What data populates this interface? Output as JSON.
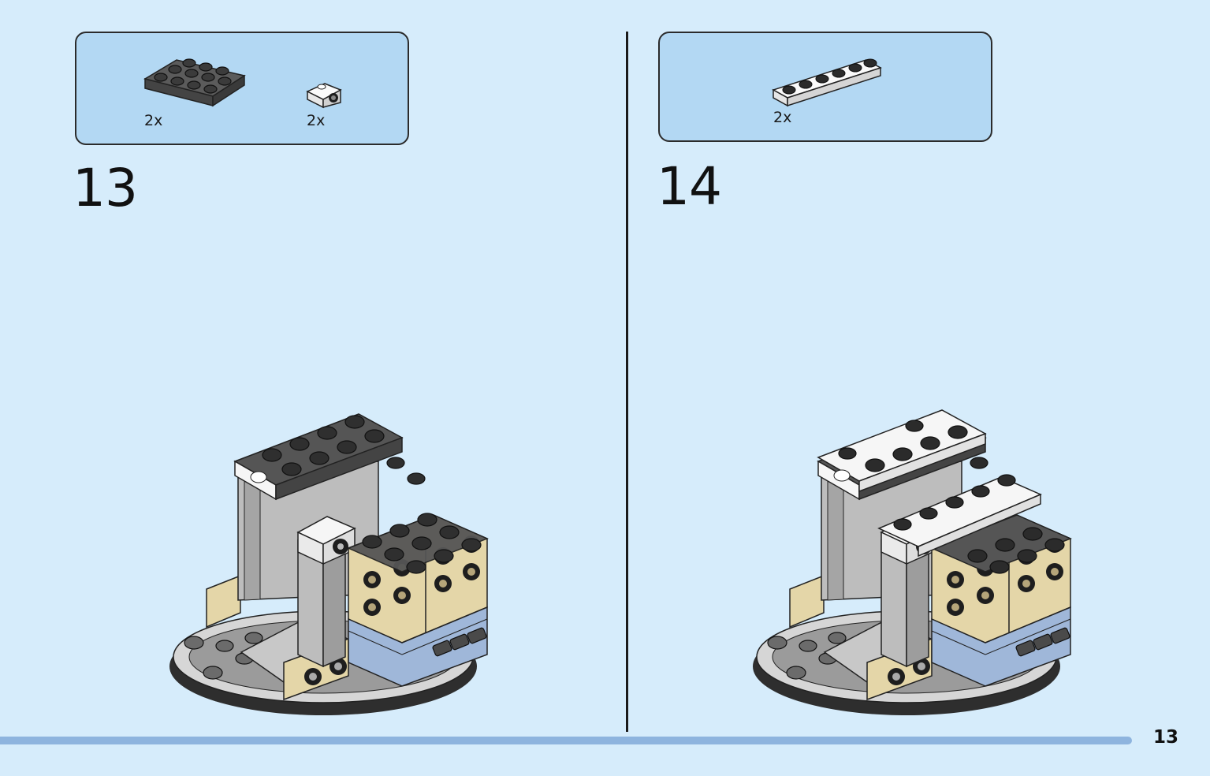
{
  "steps": [
    {
      "number": "13",
      "parts": [
        {
          "icon": "dark-gray-plate-2x4-icon",
          "qty": "2x"
        },
        {
          "icon": "white-bracket-icon",
          "qty": "2x"
        }
      ]
    },
    {
      "number": "14",
      "parts": [
        {
          "icon": "white-plate-1x6-icon",
          "qty": "2x"
        }
      ]
    }
  ],
  "page_number": "13",
  "colors": {
    "background": "#d6ecfb",
    "parts_box": "#b3d8f3",
    "progress_bar": "#8eb4de",
    "dark_gray": "#555555",
    "black": "#2e2e2e",
    "tan": "#e4d6a8",
    "sand_blue": "#9fb7d9",
    "light_gray": "#bdbdbd",
    "white": "#f6f6f6"
  }
}
